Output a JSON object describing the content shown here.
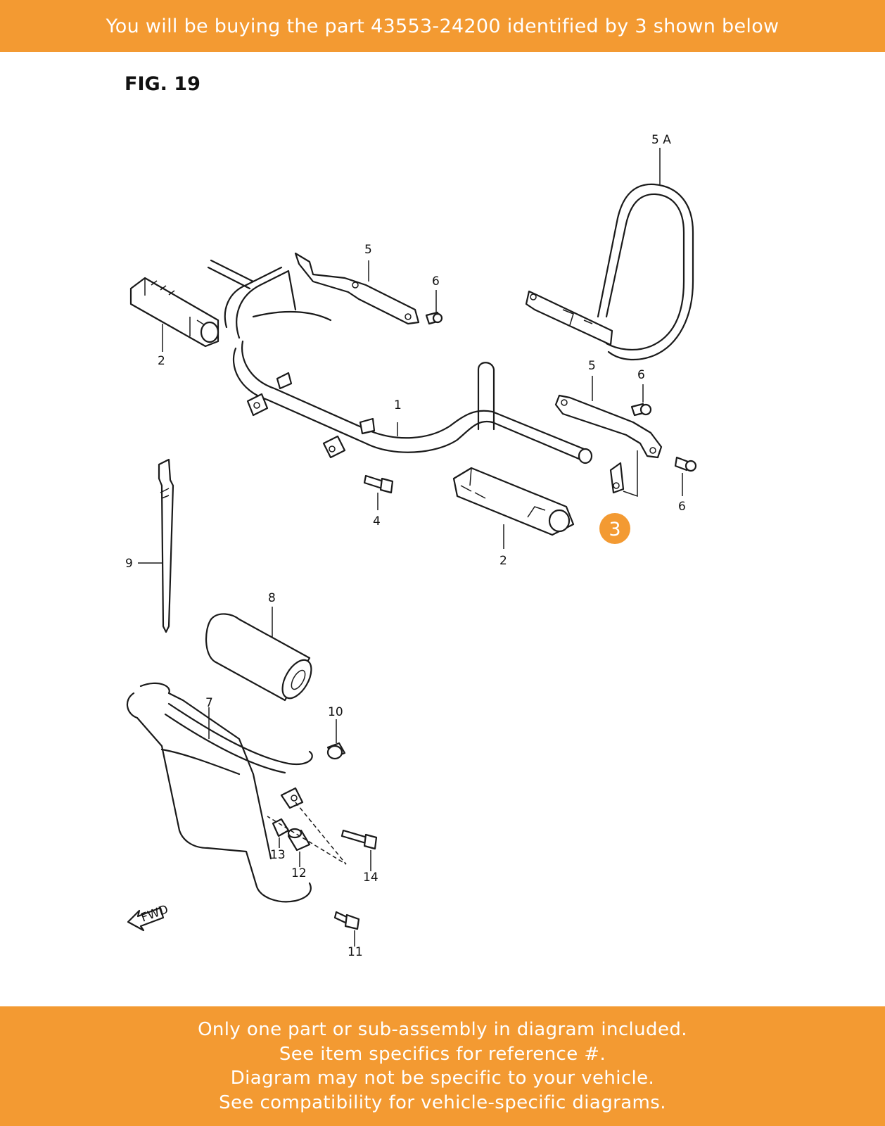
{
  "header": {
    "text": "You will be buying the part 43553-24200 identified by 3 shown below"
  },
  "figure": {
    "title": "FIG. 19"
  },
  "highlight": {
    "label": "3",
    "color": "#f39a32"
  },
  "labels": {
    "l1": "1",
    "l2a": "2",
    "l2b": "2",
    "l4": "4",
    "l5a": "5",
    "l5b": "5",
    "l5A": "5 A",
    "l6a": "6",
    "l6b": "6",
    "l6c": "6",
    "l7": "7",
    "l8": "8",
    "l9": "9",
    "l10": "10",
    "l11": "11",
    "l12": "12",
    "l13": "13",
    "l14": "14",
    "fwd": "FWD"
  },
  "footer": {
    "lines": [
      "Only one part or sub-assembly in diagram included.",
      "See item specifics for reference #.",
      "Diagram may not be specific to your vehicle.",
      "See compatibility for vehicle-specific diagrams."
    ]
  },
  "colors": {
    "banner": "#f39a32",
    "text_on_banner": "#ffffff"
  }
}
